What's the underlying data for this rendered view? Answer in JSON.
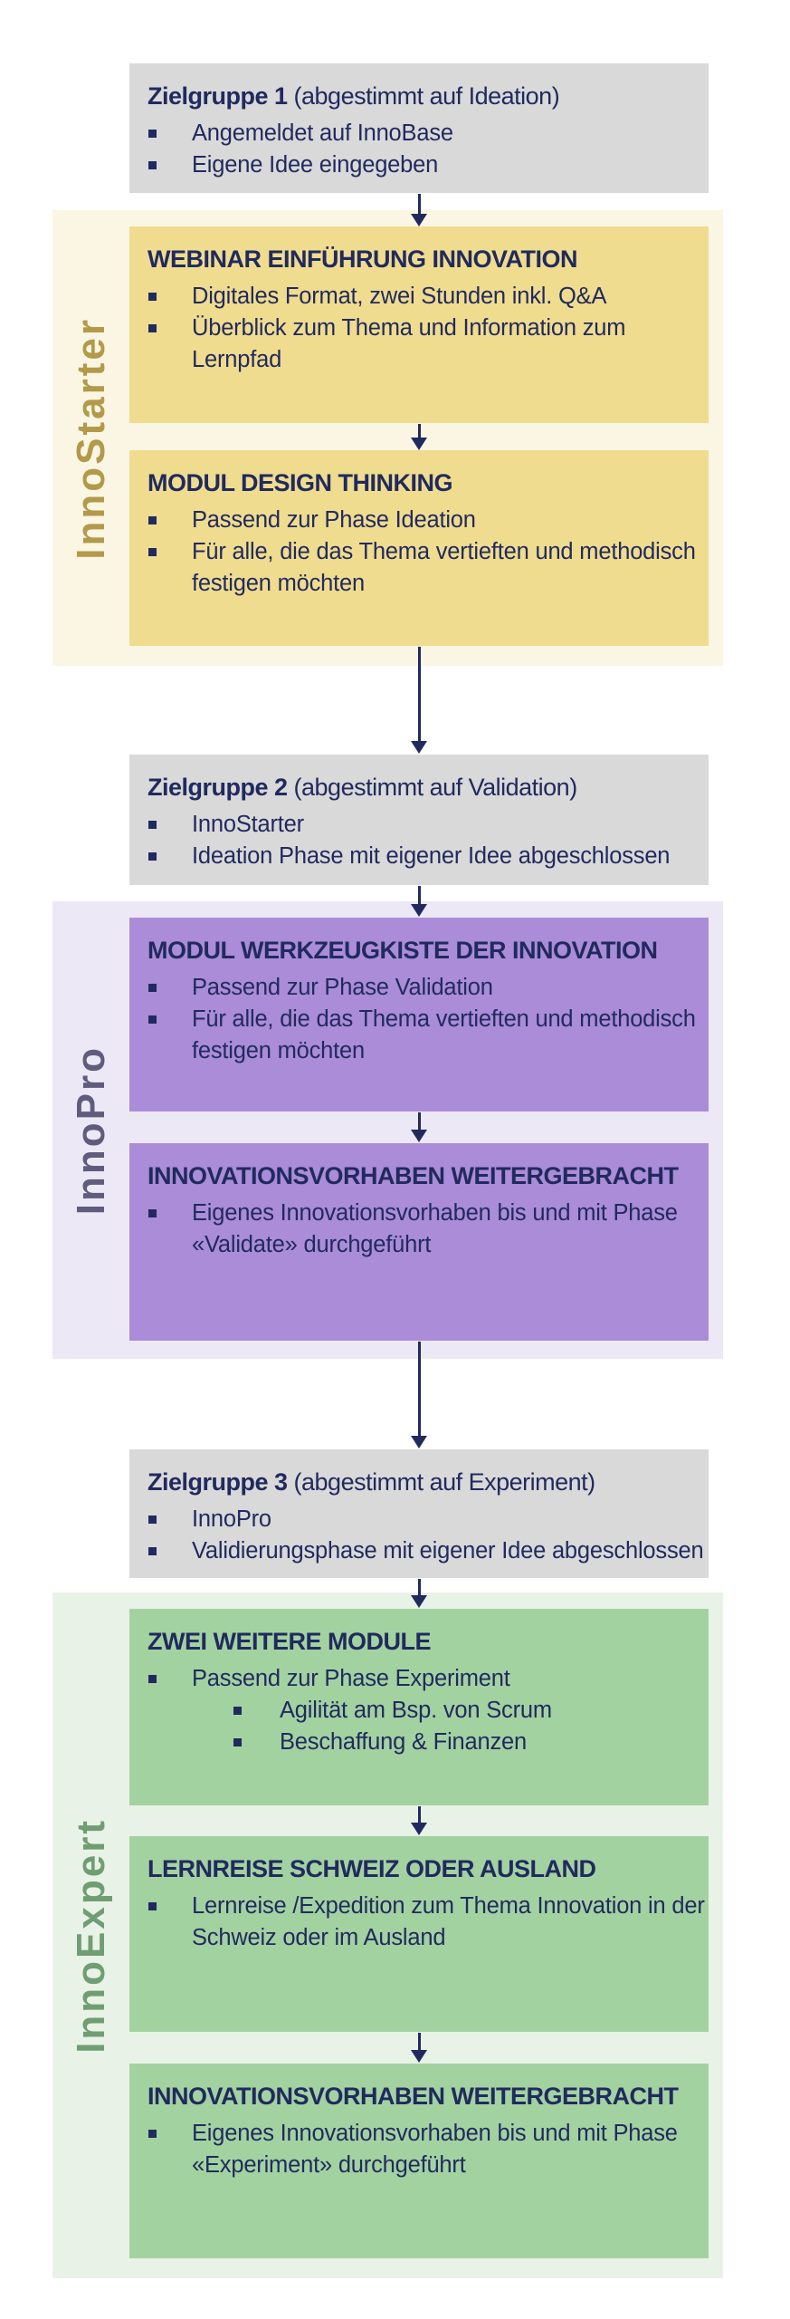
{
  "colors": {
    "page_background": "#ffffff",
    "text_navy": "#212a5e",
    "target_group_box": "#d9d9d9",
    "innostarter_bg": "#fbf6e3",
    "innostarter_box": "#efdc8e",
    "innostarter_label": "#b29a4a",
    "innopro_bg": "#ece8f5",
    "innopro_box": "#aa8cd8",
    "innopro_label": "#5f5c7e",
    "innoexpert_bg": "#e9f2e7",
    "innoexpert_box": "#a3d2a1",
    "innoexpert_label": "#6f9e72",
    "arrow": "#212a5e"
  },
  "groups": [
    {
      "title_bold": "Zielgruppe 1",
      "title_rest": " (abgestimmt auf Ideation)",
      "bullets": [
        "Angemeldet auf InnoBase",
        "Eigene Idee eingegeben"
      ]
    },
    {
      "title_bold": "Zielgruppe 2",
      "title_rest": " (abgestimmt auf Validation)",
      "bullets": [
        "InnoStarter",
        "Ideation Phase mit eigener Idee abgeschlossen"
      ]
    },
    {
      "title_bold": "Zielgruppe 3",
      "title_rest": " (abgestimmt auf Experiment)",
      "bullets": [
        "InnoPro",
        "Validierungsphase mit eigener Idee abgeschlossen"
      ]
    }
  ],
  "sections": [
    {
      "label": "InnoStarter",
      "boxes": [
        {
          "title": "WEBINAR EINFÜHRUNG INNOVATION",
          "bullets": [
            "Digitales Format, zwei Stunden inkl. Q&A",
            "Überblick zum Thema und Information zum\nLernpfad"
          ]
        },
        {
          "title": "MODUL DESIGN THINKING",
          "bullets": [
            "Passend zur Phase Ideation",
            "Für alle, die das Thema vertieften und methodisch\nfestigen möchten"
          ]
        }
      ]
    },
    {
      "label": "InnoPro",
      "boxes": [
        {
          "title": "MODUL WERKZEUGKISTE DER INNOVATION",
          "bullets": [
            "Passend zur Phase Validation",
            "Für alle, die das Thema vertieften und methodisch\nfestigen möchten"
          ]
        },
        {
          "title": "INNOVATIONSVORHABEN WEITERGEBRACHT",
          "bullets": [
            "Eigenes Innovationsvorhaben bis und mit Phase\n«Validate» durchgeführt"
          ]
        }
      ]
    },
    {
      "label": "InnoExpert",
      "boxes": [
        {
          "title": "ZWEI WEITERE MODULE",
          "bullets": [
            "Passend zur Phase Experiment",
            "Agilität am Bsp. von Scrum",
            "Beschaffung & Finanzen"
          ]
        },
        {
          "title": "LERNREISE SCHWEIZ ODER AUSLAND",
          "bullets": [
            "Lernreise /Expedition zum Thema Innovation in der\nSchweiz oder im Ausland"
          ]
        },
        {
          "title": "INNOVATIONSVORHABEN WEITERGEBRACHT",
          "bullets": [
            "Eigenes Innovationsvorhaben bis und mit Phase\n«Experiment» durchgeführt"
          ]
        }
      ]
    }
  ]
}
